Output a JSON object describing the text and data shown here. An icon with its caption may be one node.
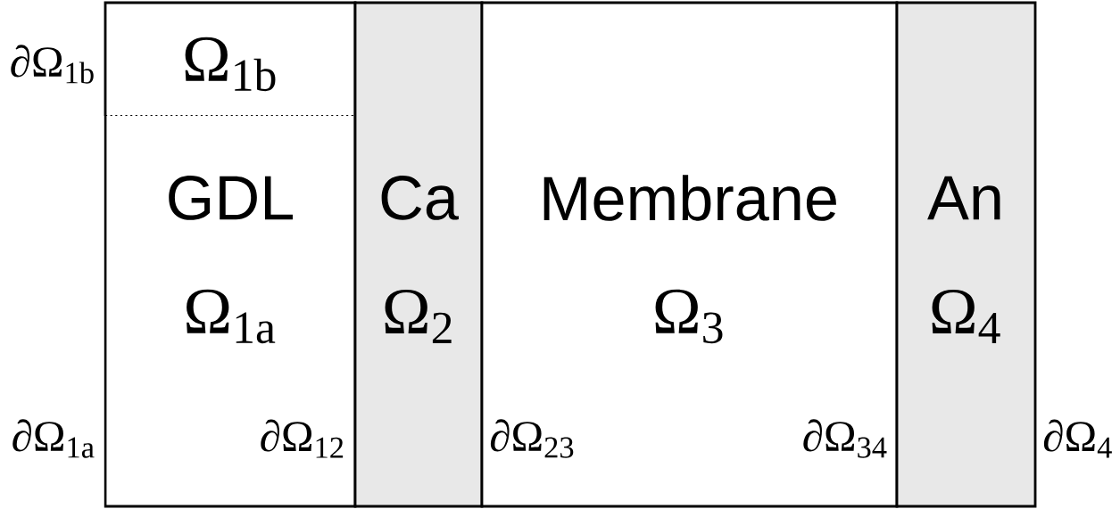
{
  "diagram": {
    "nodes": [
      {
        "text": [
          "Ω$_{1b}$"
        ]
      },
      {
        "text": [
          "GDL",
          "Ω$_{1a}$"
        ]
      },
      {
        "text": [
          "Ca",
          "Ω$_{2}$"
        ]
      },
      {
        "text": [
          "Membrane",
          "Ω$_{3}$"
        ]
      },
      {
        "text": [
          "An",
          "Ω$_{4}$"
        ]
      }
    ],
    "labels": [
      "∂Ω$_{1b}$",
      "∂Ω$_{1a}$",
      "∂Ω$_{12}$",
      "∂Ω$_{23}$",
      "∂Ω$_{34}$",
      "∂Ω$_{4}$"
    ]
  }
}
